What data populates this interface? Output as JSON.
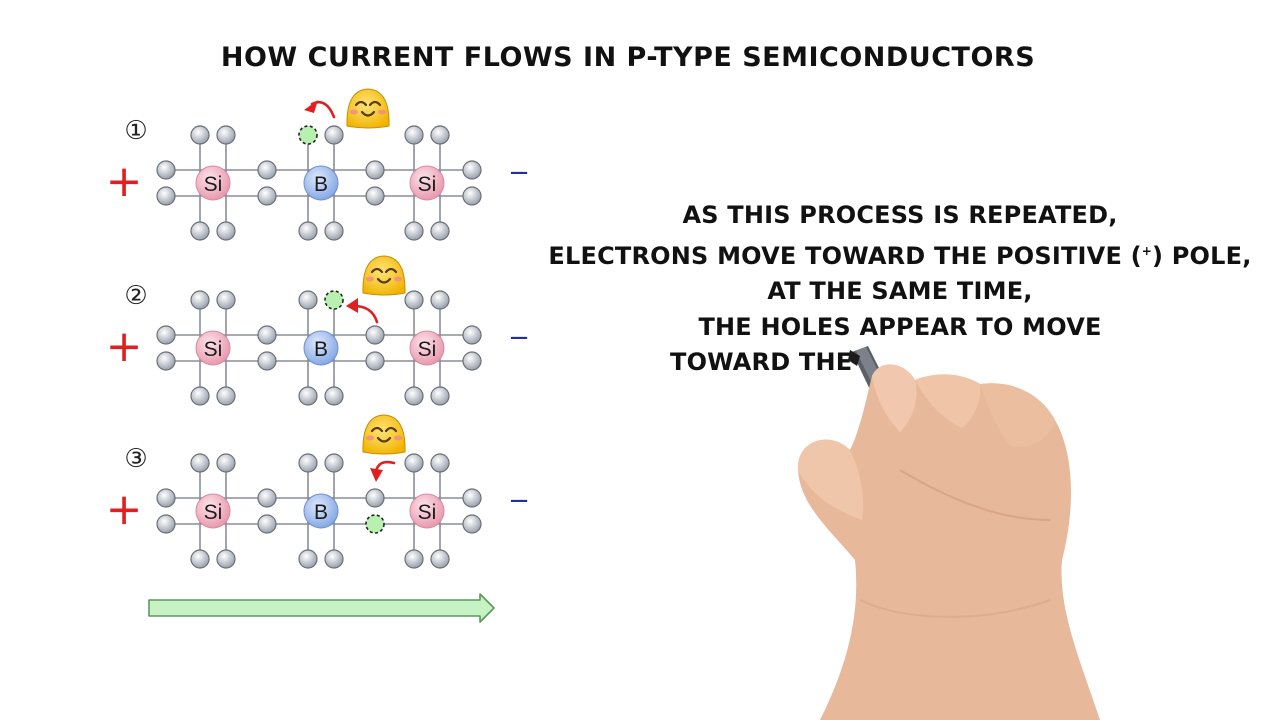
{
  "title": "HOW CURRENT FLOWS IN P-TYPE SEMICONDUCTORS",
  "rows": [
    {
      "step_label": "①",
      "positive_sign": "+",
      "negative_sign": "−",
      "atoms": [
        "Si",
        "B",
        "Si"
      ],
      "hole_at": "above-B-left",
      "arrow": "hole-to-left"
    },
    {
      "step_label": "②",
      "positive_sign": "+",
      "negative_sign": "−",
      "atoms": [
        "Si",
        "B",
        "Si"
      ],
      "hole_at": "above-B-right",
      "arrow": "from-right-bond"
    },
    {
      "step_label": "③",
      "positive_sign": "+",
      "negative_sign": "−",
      "atoms": [
        "Si",
        "B",
        "Si"
      ],
      "hole_at": "bond-B-Si",
      "arrow": "from-right-electron"
    }
  ],
  "explanation": {
    "line1": "AS THIS PROCESS IS REPEATED,",
    "line2_a": "ELECTRONS MOVE TOWARD THE POSITIVE (",
    "line2_sup": "+",
    "line2_b": ") POLE,",
    "line3": "AT THE SAME TIME,",
    "line4": "THE HOLES APPEAR TO MOVE",
    "line5": "TOWARD THE"
  },
  "icons": [
    "smiley-icon",
    "curved-arrow-icon",
    "direction-arrow-icon",
    "hand-with-marker"
  ],
  "colors": {
    "si_atom": "#f2b8c6",
    "b_atom": "#a9c4ef",
    "electron": "#c9cdd6",
    "hole": "#b8f0b0",
    "plus_sign": "#e02020",
    "minus_sign": "#2030a0",
    "arrow_red": "#e02020",
    "direction_arrow_fill": "#c6f2c4",
    "direction_arrow_stroke": "#5a9a5a",
    "smiley": "#f7c21b"
  }
}
